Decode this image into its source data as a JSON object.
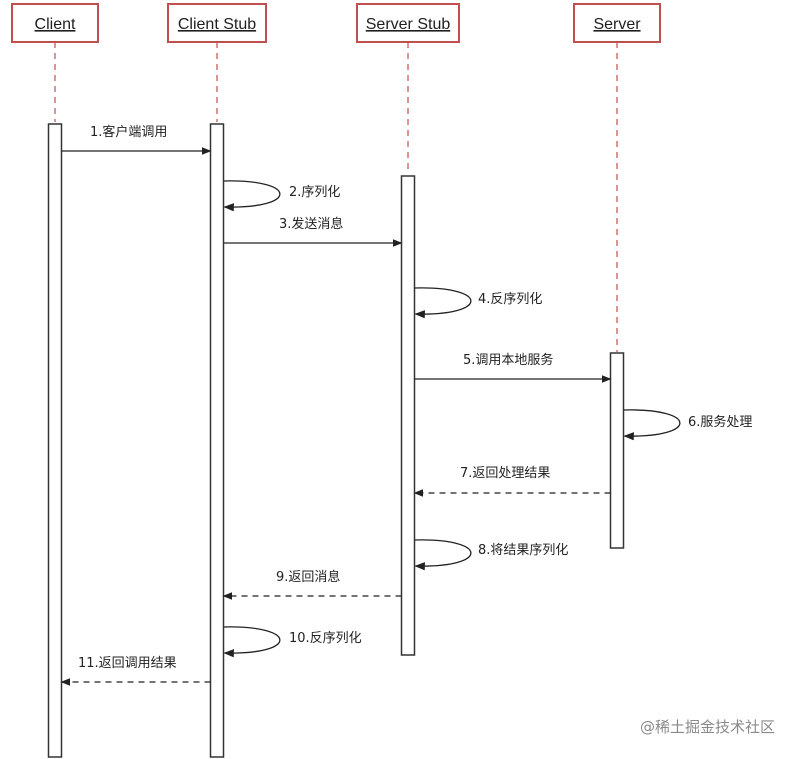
{
  "participants": [
    {
      "id": "client",
      "label": "Client"
    },
    {
      "id": "client_stub",
      "label": "Client Stub"
    },
    {
      "id": "server_stub",
      "label": "Server Stub"
    },
    {
      "id": "server",
      "label": "Server"
    }
  ],
  "messages": [
    {
      "label": "1.客户端调用",
      "from": "client",
      "to": "client_stub",
      "style": "solid"
    },
    {
      "label": "2.序列化",
      "from": "client_stub",
      "to": "client_stub",
      "style": "self"
    },
    {
      "label": "3.发送消息",
      "from": "client_stub",
      "to": "server_stub",
      "style": "solid"
    },
    {
      "label": "4.反序列化",
      "from": "server_stub",
      "to": "server_stub",
      "style": "self"
    },
    {
      "label": "5.调用本地服务",
      "from": "server_stub",
      "to": "server",
      "style": "solid"
    },
    {
      "label": "6.服务处理",
      "from": "server",
      "to": "server",
      "style": "self"
    },
    {
      "label": "7.返回处理结果",
      "from": "server",
      "to": "server_stub",
      "style": "dashed"
    },
    {
      "label": "8.将结果序列化",
      "from": "server_stub",
      "to": "server_stub",
      "style": "self"
    },
    {
      "label": "9.返回消息",
      "from": "server_stub",
      "to": "client_stub",
      "style": "dashed"
    },
    {
      "label": "10.反序列化",
      "from": "client_stub",
      "to": "client_stub",
      "style": "self"
    },
    {
      "label": "11.返回调用结果",
      "from": "client_stub",
      "to": "client",
      "style": "dashed"
    }
  ],
  "watermark": "@稀土掘金技术社区",
  "colors": {
    "actor_border": "#c0504d",
    "lifeline": "#c0504d",
    "line": "#222222"
  }
}
